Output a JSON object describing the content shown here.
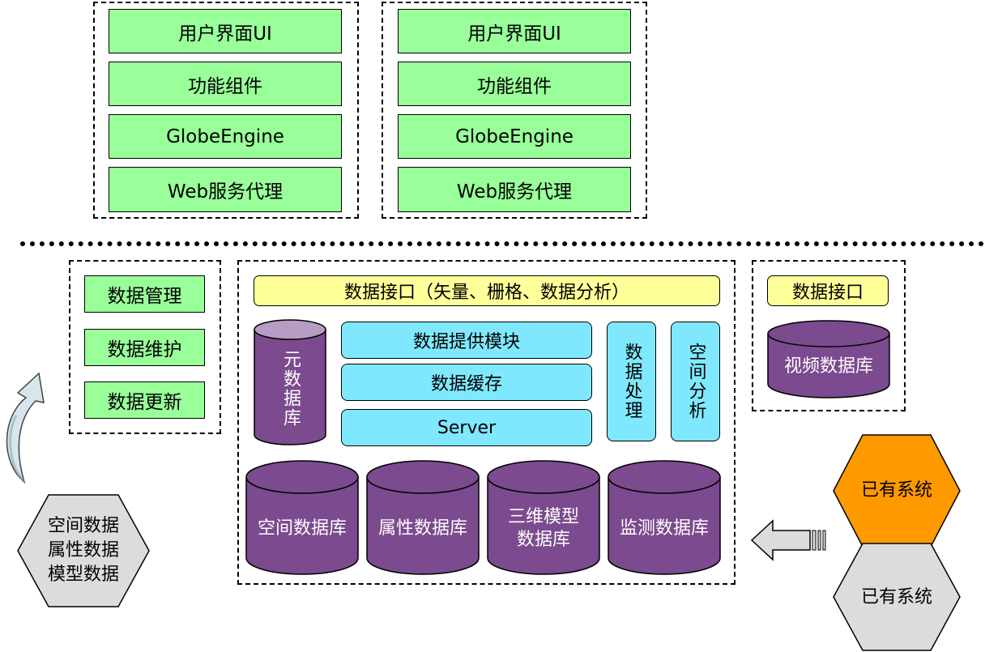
{
  "client_panel_left": {
    "layers": [
      "用户界面UI",
      "功能组件",
      "GlobeEngine",
      "Web服务代理"
    ]
  },
  "client_panel_right": {
    "layers": [
      "用户界面UI",
      "功能组件",
      "GlobeEngine",
      "Web服务代理"
    ]
  },
  "management_panel": {
    "items": [
      "数据管理",
      "数据维护",
      "数据更新"
    ]
  },
  "server_panel": {
    "interface_label": "数据接口（矢量、栅格、数据分析）",
    "metadata_db": "元数据库",
    "modules": [
      "数据提供模块",
      "数据缓存",
      "Server"
    ],
    "data_processing": "数据处理",
    "spatial_analysis": "空间分析",
    "databases": [
      "空间数据库",
      "属性数据库",
      "三维模型\n数据库",
      "监测数据库"
    ]
  },
  "video_panel": {
    "interface_label": "数据接口",
    "database": "视频数据库"
  },
  "source_hexagon": {
    "lines": [
      "空间数据",
      "属性数据",
      "模型数据"
    ]
  },
  "existing_systems": [
    "已有系统",
    "已有系统"
  ],
  "colors": {
    "layer_green": "#99ff99",
    "interface_yellow": "#ffff99",
    "module_cyan": "#7fe8ff",
    "database_purple": "#7b4a8f",
    "metadata_top": "#b79cc6",
    "system_orange": "#ff9900",
    "system_gray": "#dcdcdc"
  }
}
